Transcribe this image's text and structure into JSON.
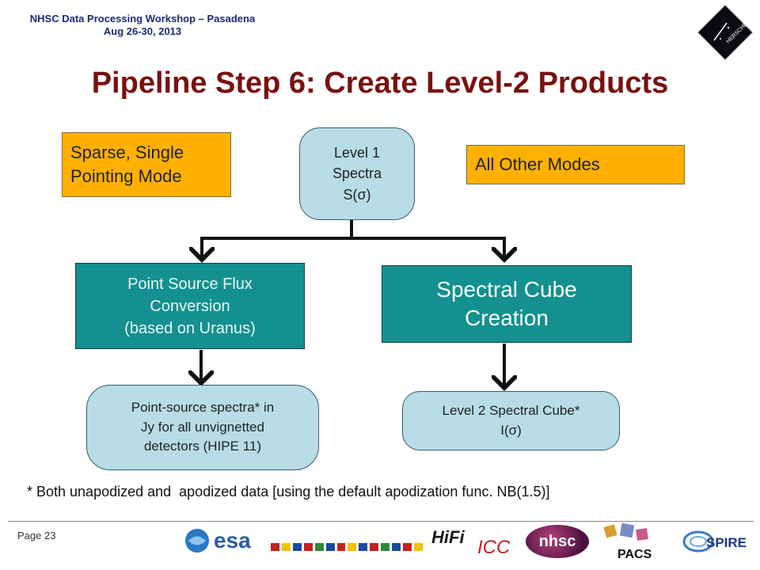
{
  "header": {
    "line1": "NHSC Data Processing Workshop – Pasadena",
    "line2": "Aug 26-30, 2013"
  },
  "title": "Pipeline Step 6: Create Level-2 Products",
  "modes": {
    "sparse": "Sparse, Single\nPointing Mode",
    "other": "All Other Modes"
  },
  "nodes": {
    "level1": "Level 1\nSpectra\nS(σ)",
    "point_source_conversion": "Point Source Flux\nConversion\n(based on Uranus)",
    "cube_creation": "Spectral Cube\nCreation",
    "point_spectra": "Point-source spectra* in\nJy for all unvignetted\ndetectors (HIPE 11)",
    "level2_cube": "Level 2 Spectral Cube*\nI(σ)"
  },
  "footnote": "* Both unapodized and  apodized data [using the default apodization func. NB(1.5)]",
  "footer": {
    "page": "Page 23",
    "logos": {
      "esa": "esa",
      "hifi": "HiFi",
      "hifi_sub": "ICC",
      "nhsc": "nhsc",
      "pacs": "PACS",
      "spire": "SPIRE"
    }
  },
  "colors": {
    "title": "#7a1010",
    "header": "#1a2a7a",
    "mode_box": "#ffb000",
    "teal_box": "#13908f",
    "light_box": "#b8dde6",
    "arrow": "#111111"
  },
  "icons": {
    "top_right": "herschel-logo-icon",
    "flags": "eu-flags-icon"
  }
}
